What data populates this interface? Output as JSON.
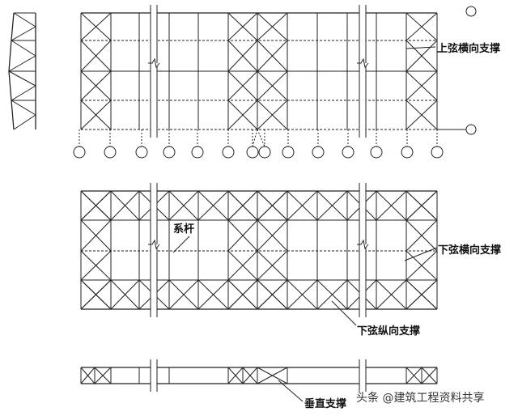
{
  "labels": {
    "top_chord_transverse": "上弦横向支撑",
    "tie_rod": "系杆",
    "bottom_chord_transverse": "下弦横向支撑",
    "bottom_chord_longitudinal": "下弦纵向支撑",
    "vertical_bracing": "垂直支撑"
  },
  "watermark": "头条 @建筑工程资料共享",
  "colors": {
    "line": "#222222",
    "background": "#ffffff"
  }
}
